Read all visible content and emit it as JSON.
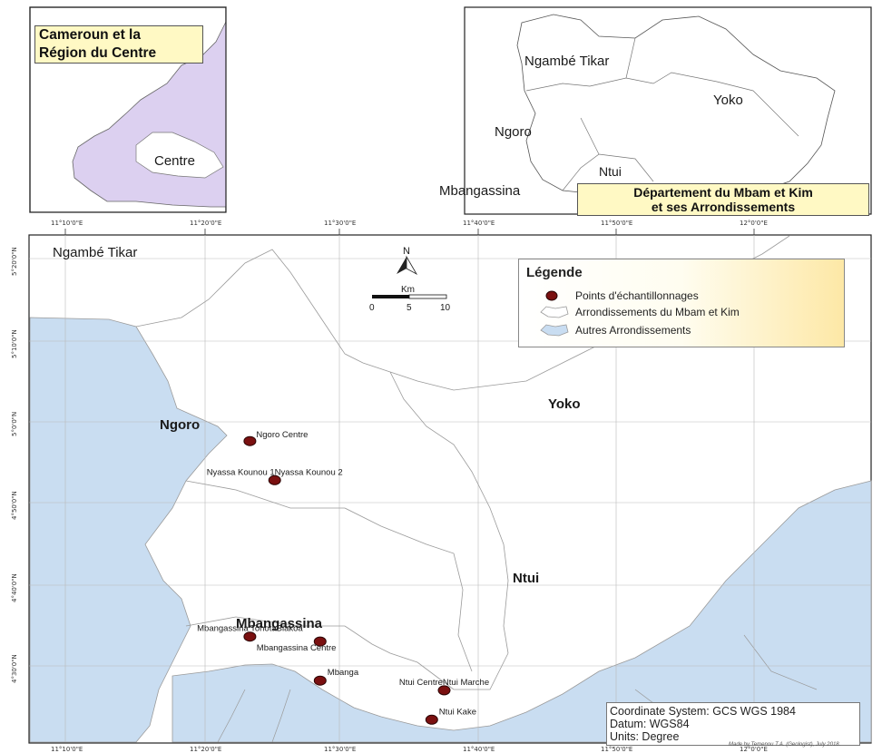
{
  "inset_cameroon": {
    "title_line1": "Cameroun et la",
    "title_line2": "Région du Centre",
    "label": "Centre",
    "colors": {
      "country_fill": "#dcd0f0",
      "region_fill": "#ffffff"
    }
  },
  "inset_department": {
    "arrondissements": [
      "Ngambé Tikar",
      "Yoko",
      "Ngoro",
      "Ntui",
      "Mbangassina"
    ],
    "title_line1": "Département du Mbam et Kim",
    "title_line2": "et ses Arrondissements"
  },
  "axes": {
    "top_ticks": [
      "11°10'0\"E",
      "11°20'0\"E",
      "11°30'0\"E",
      "11°40'0\"E",
      "11°50'0\"E",
      "12°0'0\"E"
    ],
    "bottom_ticks": [
      "11°10'0\"E",
      "11°20'0\"E",
      "11°30'0\"E",
      "11°40'0\"E",
      "11°50'0\"E",
      "12°0'0\"E"
    ],
    "left_ticks": [
      "5°20'0\"N",
      "5°10'0\"N",
      "5°0'0\"N",
      "4°50'0\"N",
      "4°40'0\"N",
      "4°30'0\"N"
    ]
  },
  "main_map": {
    "region_labels": {
      "ngambe": "Ngambé Tikar",
      "ngoro": "Ngoro",
      "yoko": "Yoko",
      "ntui": "Ntui",
      "mbangassina": "Mbangassina"
    },
    "sample_points": [
      {
        "name": "Ngoro Centre",
        "lon": 11.39,
        "lat": 4.96
      },
      {
        "name": "Nyassa Kounou 1Nyassa Kounou 2",
        "lon": 11.42,
        "lat": 4.88
      },
      {
        "name": "Mbangassina TohotaBiakoa",
        "lon": 11.39,
        "lat": 4.56
      },
      {
        "name": "Mbangassina Centre",
        "lon": 11.475,
        "lat": 4.55
      },
      {
        "name": "Mbanga",
        "lon": 11.475,
        "lat": 4.47
      },
      {
        "name": "Ntui CentreNtui Marche",
        "lon": 11.625,
        "lat": 4.45
      },
      {
        "name": "Ntui Kake",
        "lon": 11.61,
        "lat": 4.39
      }
    ],
    "colors": {
      "study_area": "#ffffff",
      "other_areas": "#c9ddf1",
      "boundary": "#9a9a9a",
      "point": "#7a1010"
    }
  },
  "north_arrow": {
    "label": "N"
  },
  "scale_bar": {
    "unit": "Km",
    "ticks": [
      "0",
      "5",
      "10"
    ]
  },
  "legend": {
    "title": "Légende",
    "items": [
      {
        "label": "Points d'échantillonnages",
        "icon": "sample-point-dot"
      },
      {
        "label": "Arrondissements du Mbam et Kim",
        "icon": "white-area-swatch"
      },
      {
        "label": "Autres Arrondissements",
        "icon": "blue-area-swatch"
      }
    ]
  },
  "coordinate_box": {
    "line1": "Coordinate System: GCS WGS 1984",
    "line2": "Datum: WGS84",
    "line3": "Units: Degree"
  },
  "credit": "Made by Temenou T.A. (Geologist), July 2018."
}
